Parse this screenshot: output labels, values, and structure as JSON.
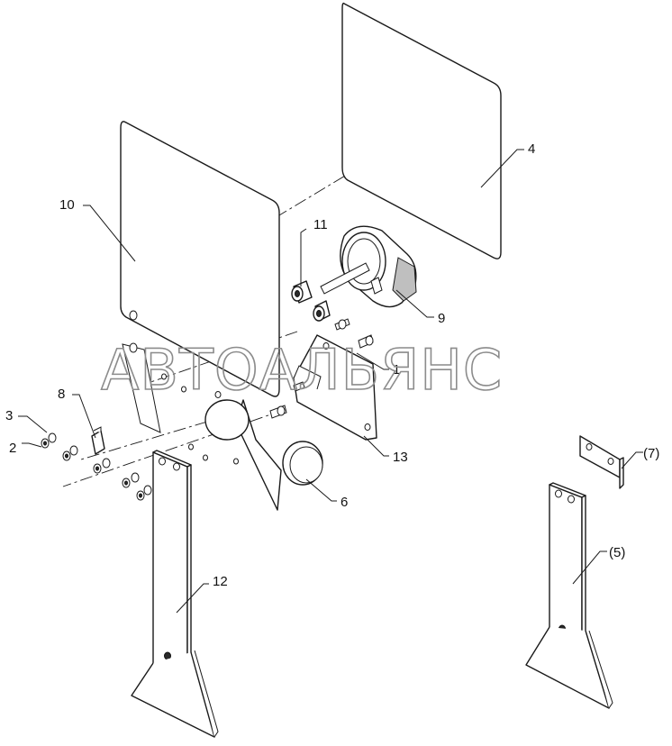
{
  "watermark": "АВТОАЛЬЯНС",
  "callouts": {
    "c1": "1",
    "c2": "2",
    "c3": "3",
    "c4": "4",
    "c5": "(5)",
    "c6": "6",
    "c7": "(7)",
    "c8": "8",
    "c9": "9",
    "c10": "10",
    "c11": "11",
    "c12": "12",
    "c13": "13"
  }
}
